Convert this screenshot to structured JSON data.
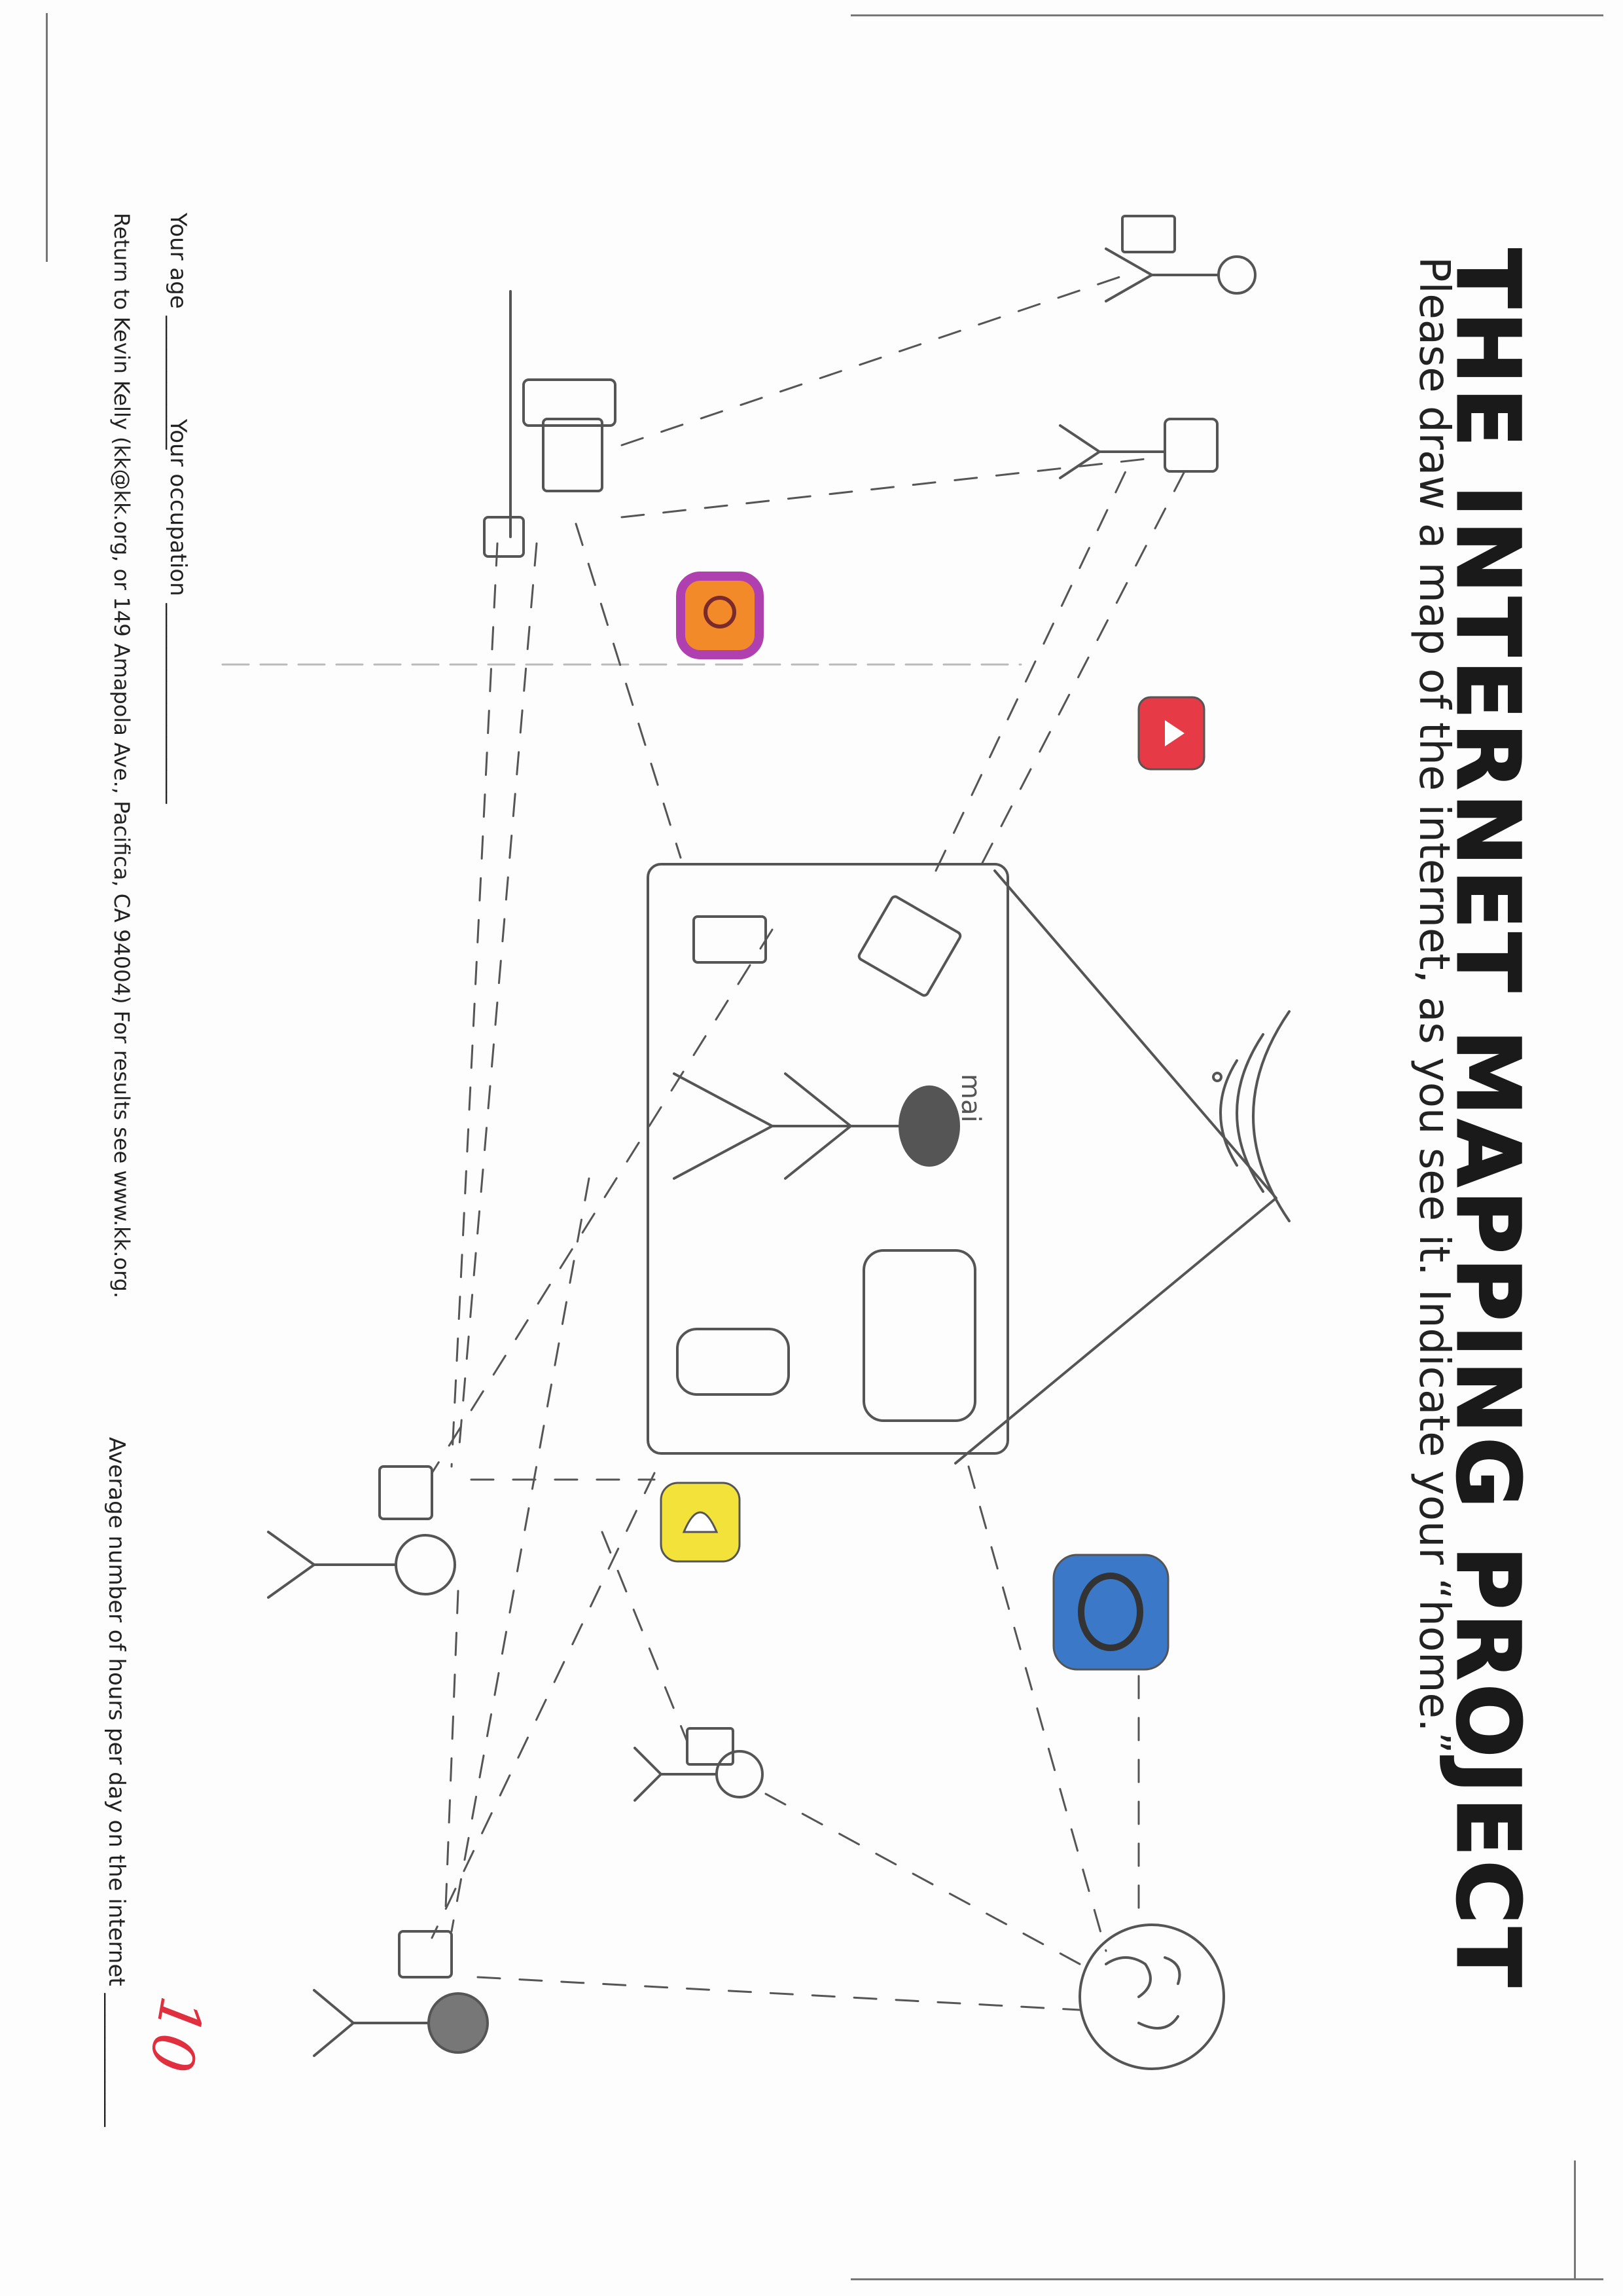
{
  "header": {
    "title": "THE INTERNET MAPPING PROJECT",
    "subtitle": "Please draw a map of the internet, as you see it. Indicate your “home.”"
  },
  "footer": {
    "age_label": "Your age",
    "occupation_label": "Your occupation",
    "hours_label": "Average number of hours per day on the internet",
    "return_note": "Return to Kevin Kelly (kk@kk.org,  or  149 Amapola Ave., Pacifica, CA 94004) For results see www.kk.org."
  },
  "annotations": {
    "score": "10",
    "home_person_label": "mai"
  },
  "colors": {
    "ink": "#555555",
    "instagram_orange": "#f28a2a",
    "instagram_purple": "#b040b0",
    "youtube_red": "#e63a46",
    "snapchat_yellow": "#f2e23a",
    "browser_blue": "#3c78c8",
    "score_red": "#e03040"
  },
  "icons": [
    "instagram-icon",
    "youtube-icon",
    "snapchat-icon",
    "browser-icon",
    "wifi-icon",
    "globe-icon"
  ]
}
